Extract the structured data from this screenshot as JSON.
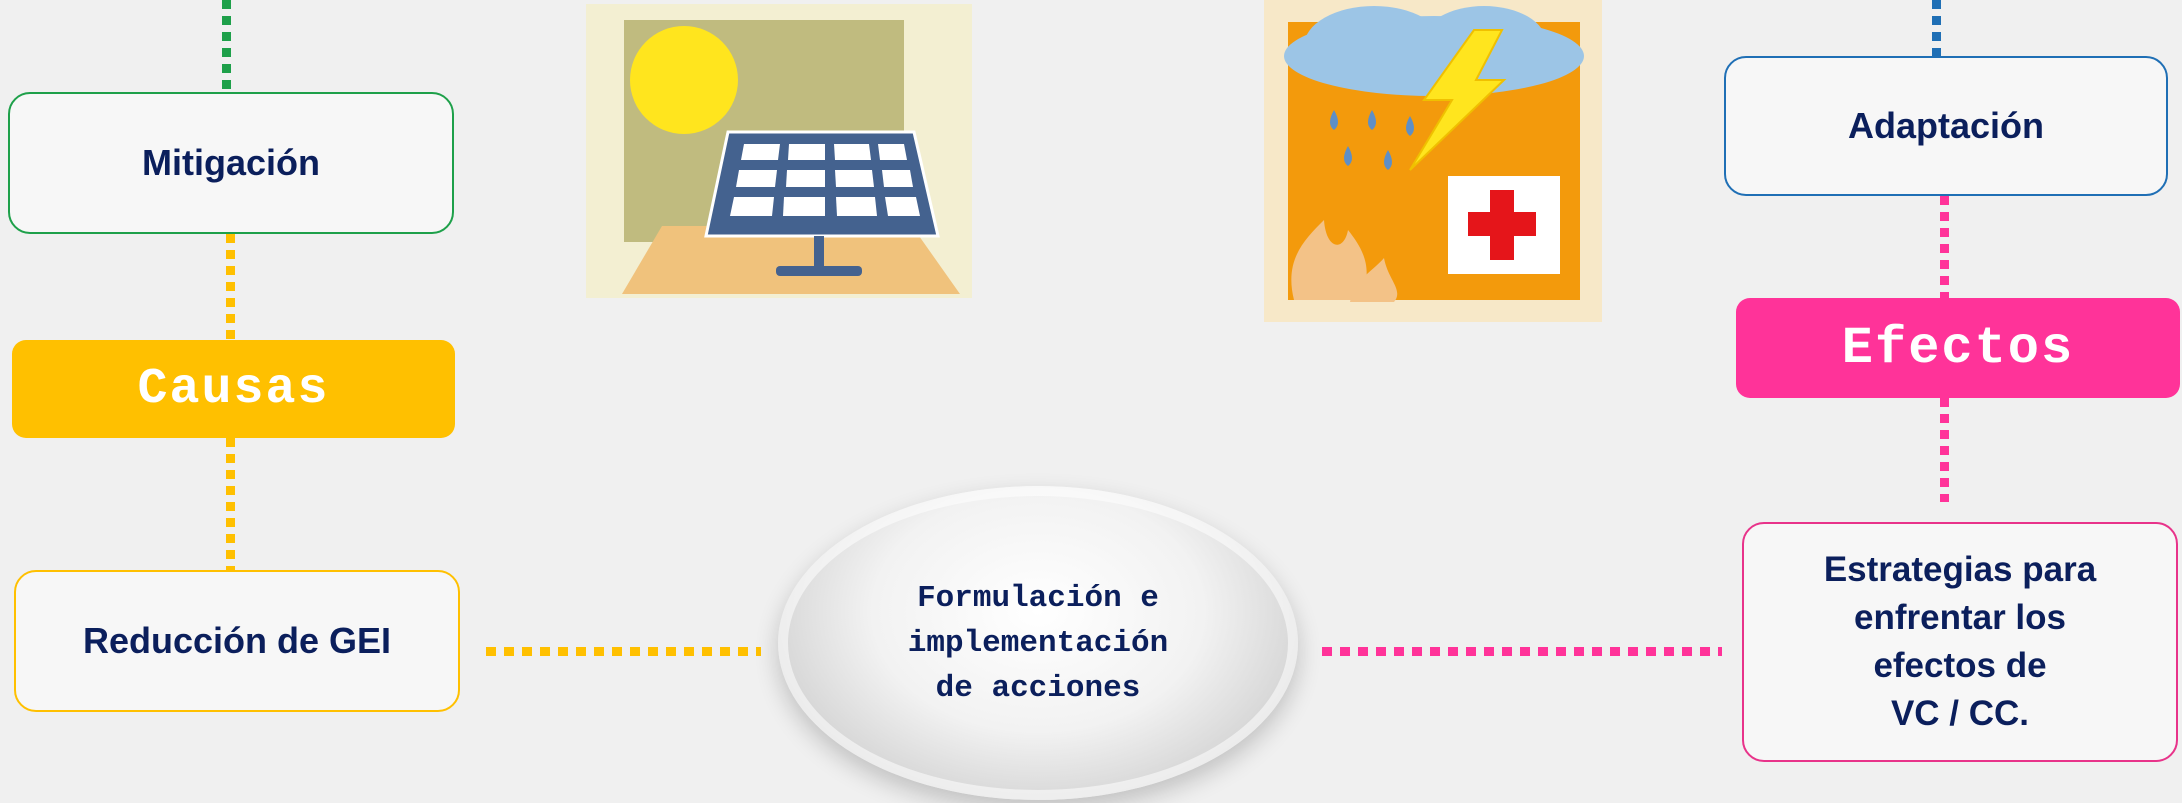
{
  "nodes": {
    "mitigacion": "Mitigación",
    "causas": "Causas",
    "reduccion": "Reducción de GEI",
    "central": "Formulación e\nimplementación\n de acciones",
    "adaptacion": "Adaptación",
    "efectos": "Efectos",
    "estrategias": "Estrategias para\nenfrentar los\nefectos de\nVC / CC."
  },
  "colors": {
    "green": "#1ea04a",
    "yellow": "#ffc000",
    "blue": "#1f6fb5",
    "pink": "#ff3399",
    "text": "#0b1f5c",
    "background": "#f0f0f0"
  },
  "icons": [
    "solar-panel-icon",
    "storm-emergency-icon"
  ]
}
